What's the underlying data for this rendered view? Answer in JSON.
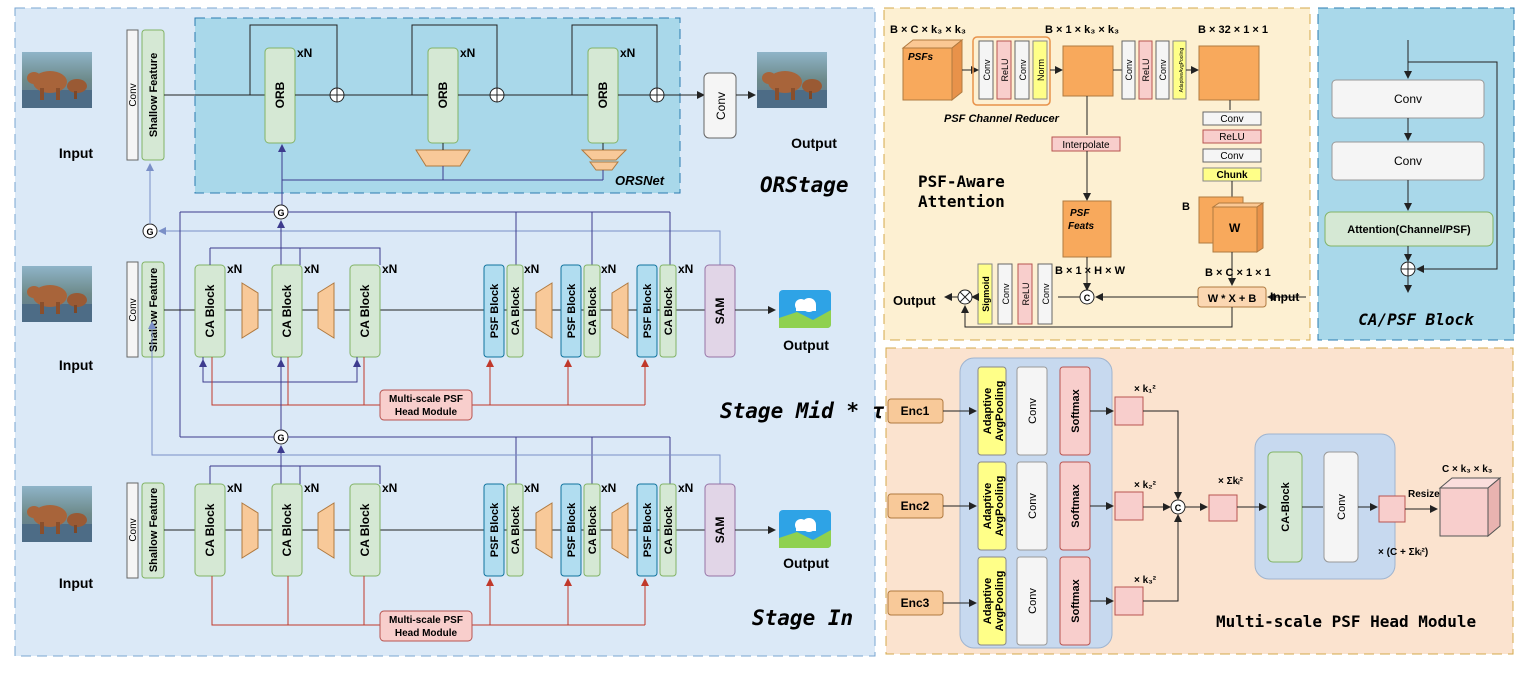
{
  "colors": {
    "panel_blue": "#dbe9f7",
    "orsnet_blue": "#a9d8ea",
    "psf_attention_bg": "#fdf0d2",
    "block_panel_bg": "#a9d8ea",
    "head_module_bg": "#fbe3cf",
    "green_block": "#d5e8d4",
    "blue_block": "#b1ddf0",
    "pink_block": "#f8cecc",
    "orange_trapezoid": "#f8c999",
    "yellow_block": "#ffff88",
    "orange_box": "#f8a95c",
    "red_line": "#c0392b",
    "purple_line": "#3d3b8e"
  },
  "icons": [
    "bear-photo-image",
    "concat-circle-icon",
    "add-circle-icon",
    "gate-circle-icon",
    "multiply-circle-icon",
    "image-placeholder-icon",
    "cube-icon"
  ],
  "left": {
    "orstage": {
      "title": "ORStage",
      "input_label": "Input",
      "output_label": "Output",
      "conv": "Conv",
      "shallow": "Shallow Feature",
      "orb": "ORB",
      "xn": "xN",
      "orsnet": "ORSNet",
      "out_conv": "Conv"
    },
    "mid": {
      "title": "Stage Mid * τ",
      "input_label": "Input",
      "output_label": "Output",
      "conv": "Conv",
      "shallow": "Shallow Feature",
      "ca": "CA Block",
      "psf": "PSF Block",
      "xn": "xN",
      "sam": "SAM",
      "head": [
        "Multi-scale PSF",
        "Head Module"
      ],
      "g": "G"
    },
    "in": {
      "title": "Stage In",
      "input_label": "Input",
      "output_label": "Output",
      "conv": "Conv",
      "shallow": "Shallow Feature",
      "ca": "CA Block",
      "psf": "PSF Block",
      "xn": "xN",
      "sam": "SAM",
      "head": [
        "Multi-scale PSF",
        "Head Module"
      ],
      "g": "G"
    }
  },
  "psf_attention": {
    "title": [
      "PSF-Aware",
      "Attention"
    ],
    "dims_top_left": "B × C × k₃ × k₃",
    "dims_top_mid": "B × 1 × k₃ × k₃",
    "dims_top_right": "B × 32 × 1 × 1",
    "psfs": "PSFs",
    "conv": "Conv",
    "relu": "ReLU",
    "norm": "Norm",
    "reducer": "PSF Channel Reducer",
    "adaptive_avg_pooling": "AdaptiveAvgPooling",
    "interpolate": "Interpolate",
    "chunk": "Chunk",
    "psf_feats": [
      "PSF",
      "Feats"
    ],
    "b_label": "B",
    "w_label": "W",
    "dims_feats": "B × 1 × H × W",
    "dims_w": "B × C × 1 × 1",
    "sigmoid": "Sigmoid",
    "formula": "W * X + B",
    "input": "Input",
    "output": "Output",
    "c": "C"
  },
  "ca_psf_block": {
    "title": "CA/PSF Block",
    "conv1": "Conv",
    "conv2": "Conv",
    "attention": "Attention(Channel/PSF)"
  },
  "head_module": {
    "title": "Multi-scale PSF Head Module",
    "enc1": "Enc1",
    "enc2": "Enc2",
    "enc3": "Enc3",
    "pool": [
      "Adaptive",
      "AvgPooling"
    ],
    "conv": "Conv",
    "softmax": "Softmax",
    "k1": "× k₁²",
    "k2": "× k₂²",
    "k3": "× k₃²",
    "sum": "× Σkᵢ²",
    "ca_block": "CA-Block",
    "conv2": "Conv",
    "resize": "Resize",
    "out_dims": "C × k₃ × k₃",
    "out_mult": "× (C + Σkᵢ²)",
    "c": "C"
  }
}
